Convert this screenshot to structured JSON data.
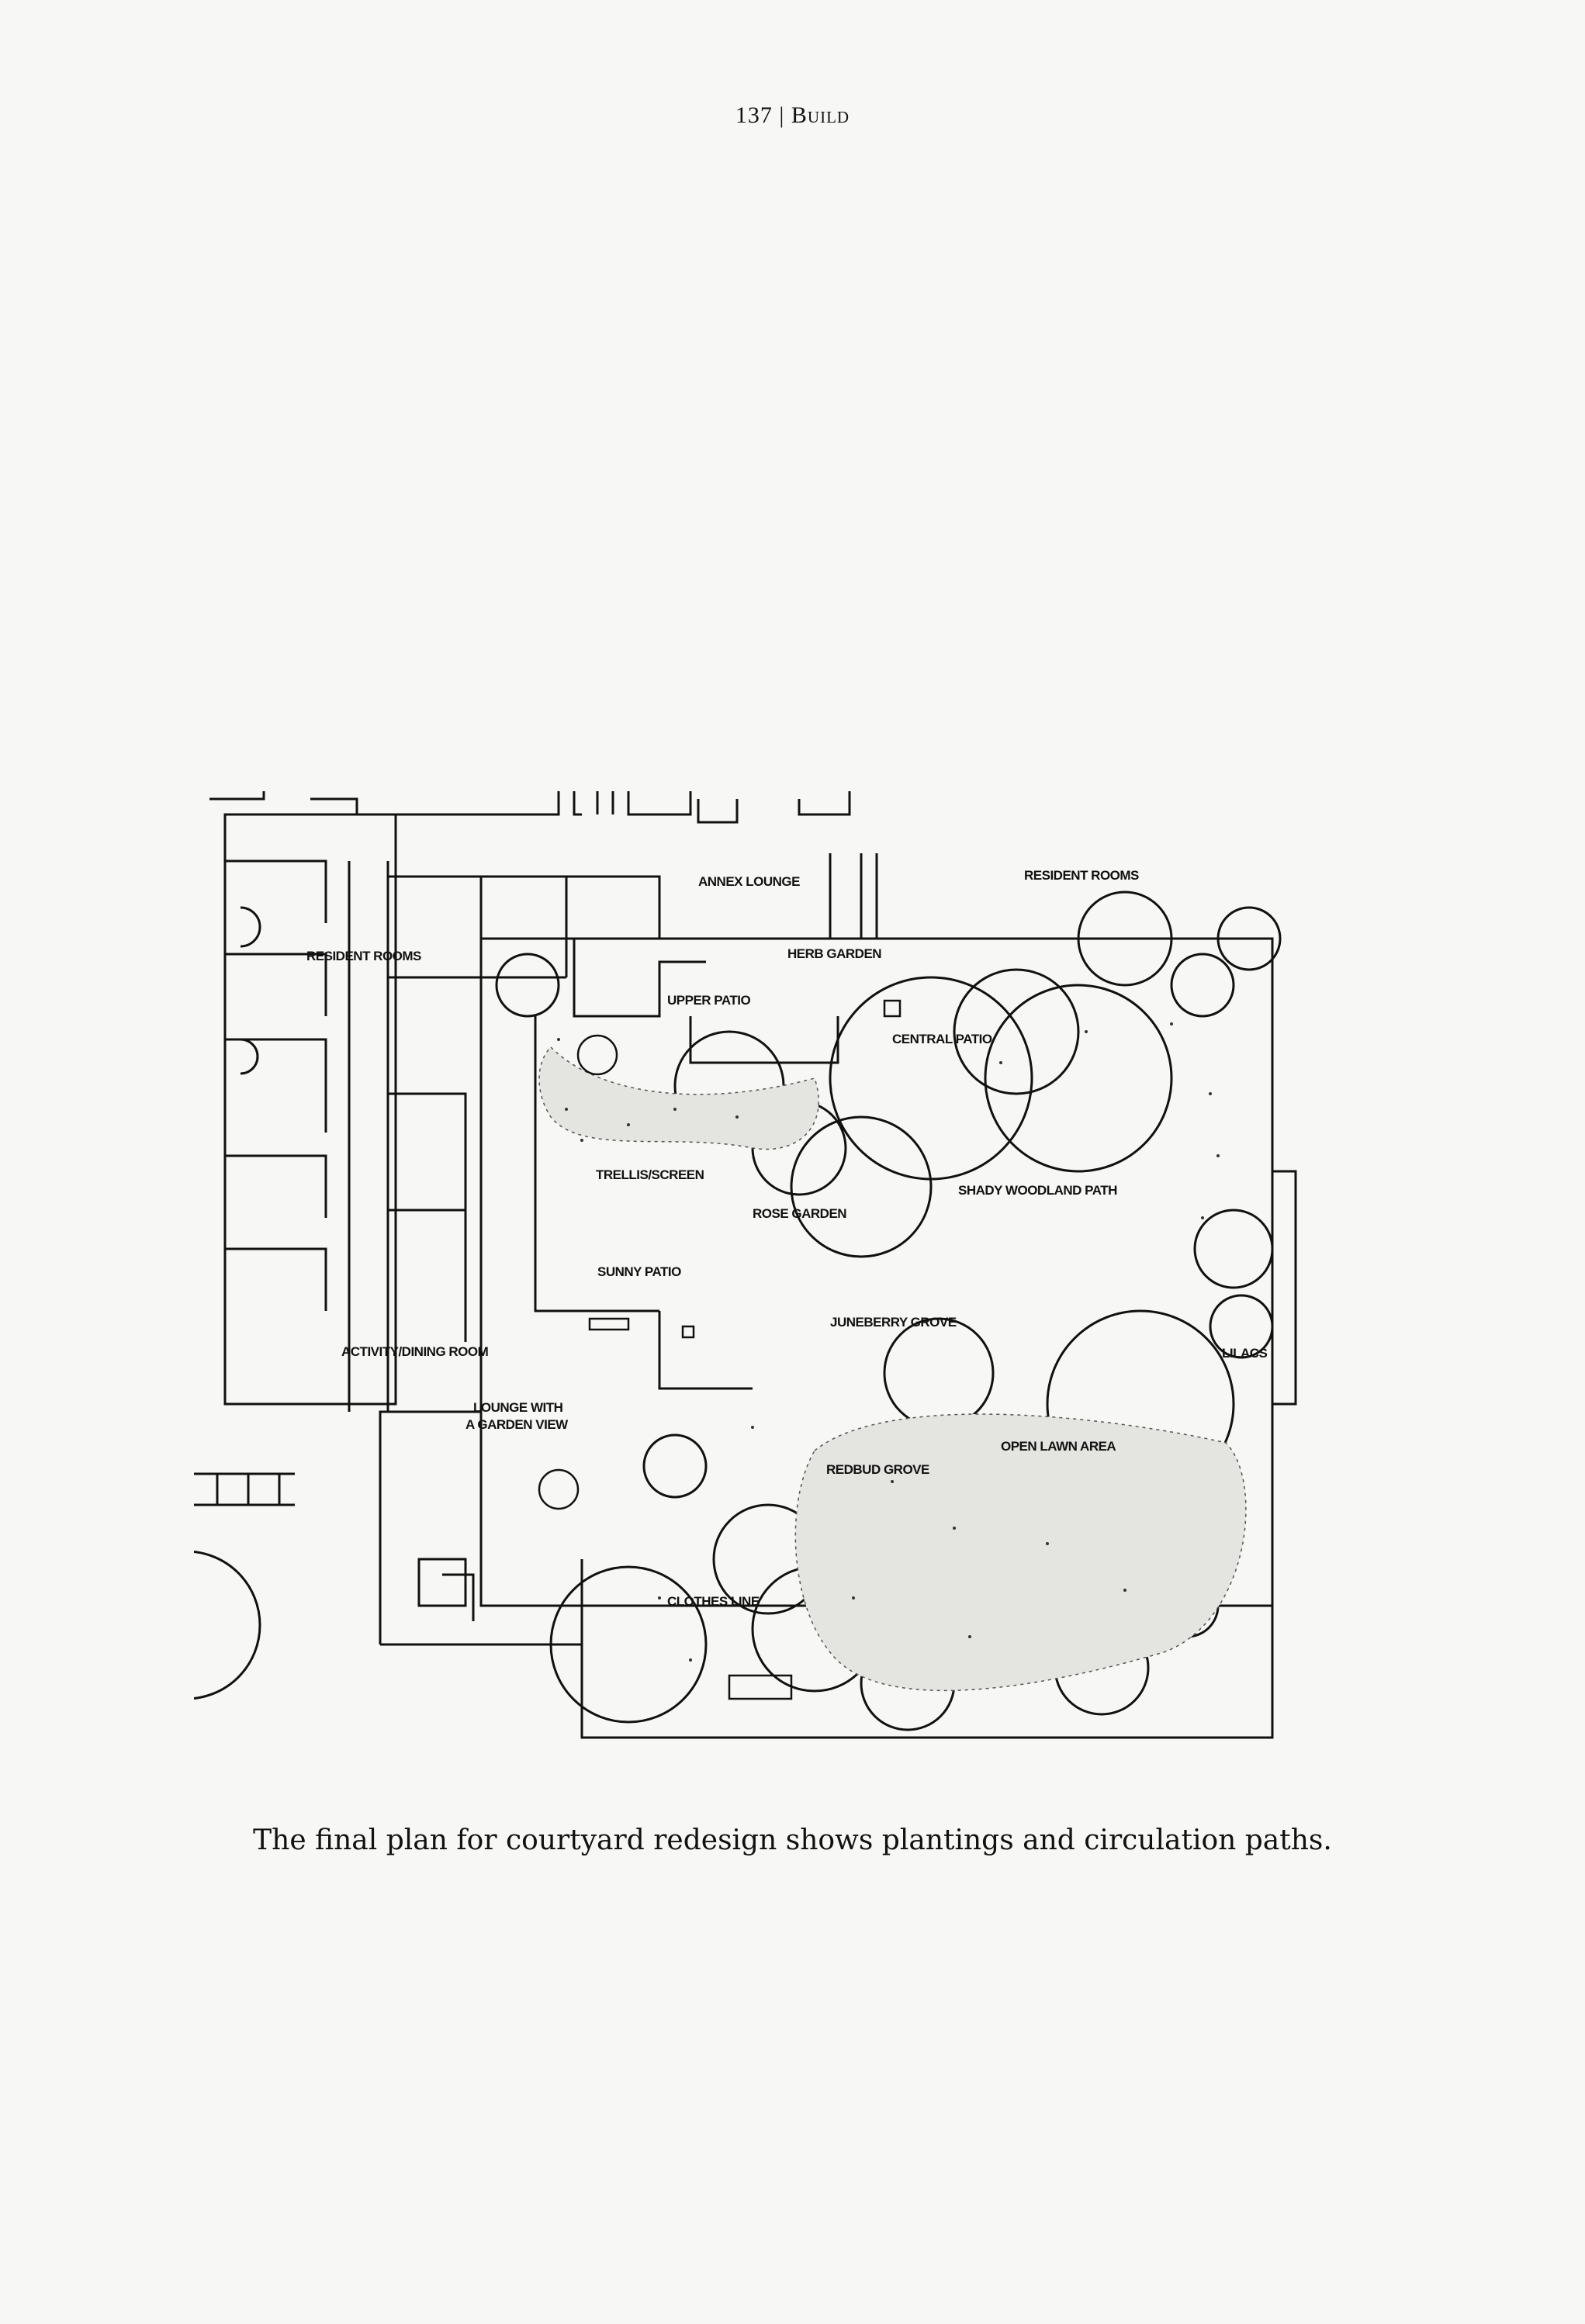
{
  "header": {
    "page_number": "137",
    "separator": " | ",
    "section": "Build"
  },
  "plan_labels": {
    "annex_lounge": "ANNEX LOUNGE",
    "resident_rooms_top": "RESIDENT ROOMS",
    "resident_rooms_left": "RESIDENT ROOMS",
    "herb_garden": "HERB GARDEN",
    "upper_patio": "UPPER PATIO",
    "central_patio": "CENTRAL PATIO",
    "trellis_screen": "TRELLIS/SCREEN",
    "rose_garden": "ROSE GARDEN",
    "shady_woodland_path": "SHADY WOODLAND PATH",
    "sunny_patio": "SUNNY PATIO",
    "juneberry_grove": "JUNEBERRY GROVE",
    "lilacs": "LILACS",
    "activity_dining_room": "ACTIVITY/DINING ROOM",
    "lounge_line1": "LOUNGE WITH",
    "lounge_line2": "A GARDEN VIEW",
    "open_lawn_area": "OPEN LAWN AREA",
    "redbud_grove": "REDBUD GROVE",
    "clothes_line": "CLOTHES LINE"
  },
  "caption": "The final plan for courtyard redesign shows plantings and circulation paths."
}
